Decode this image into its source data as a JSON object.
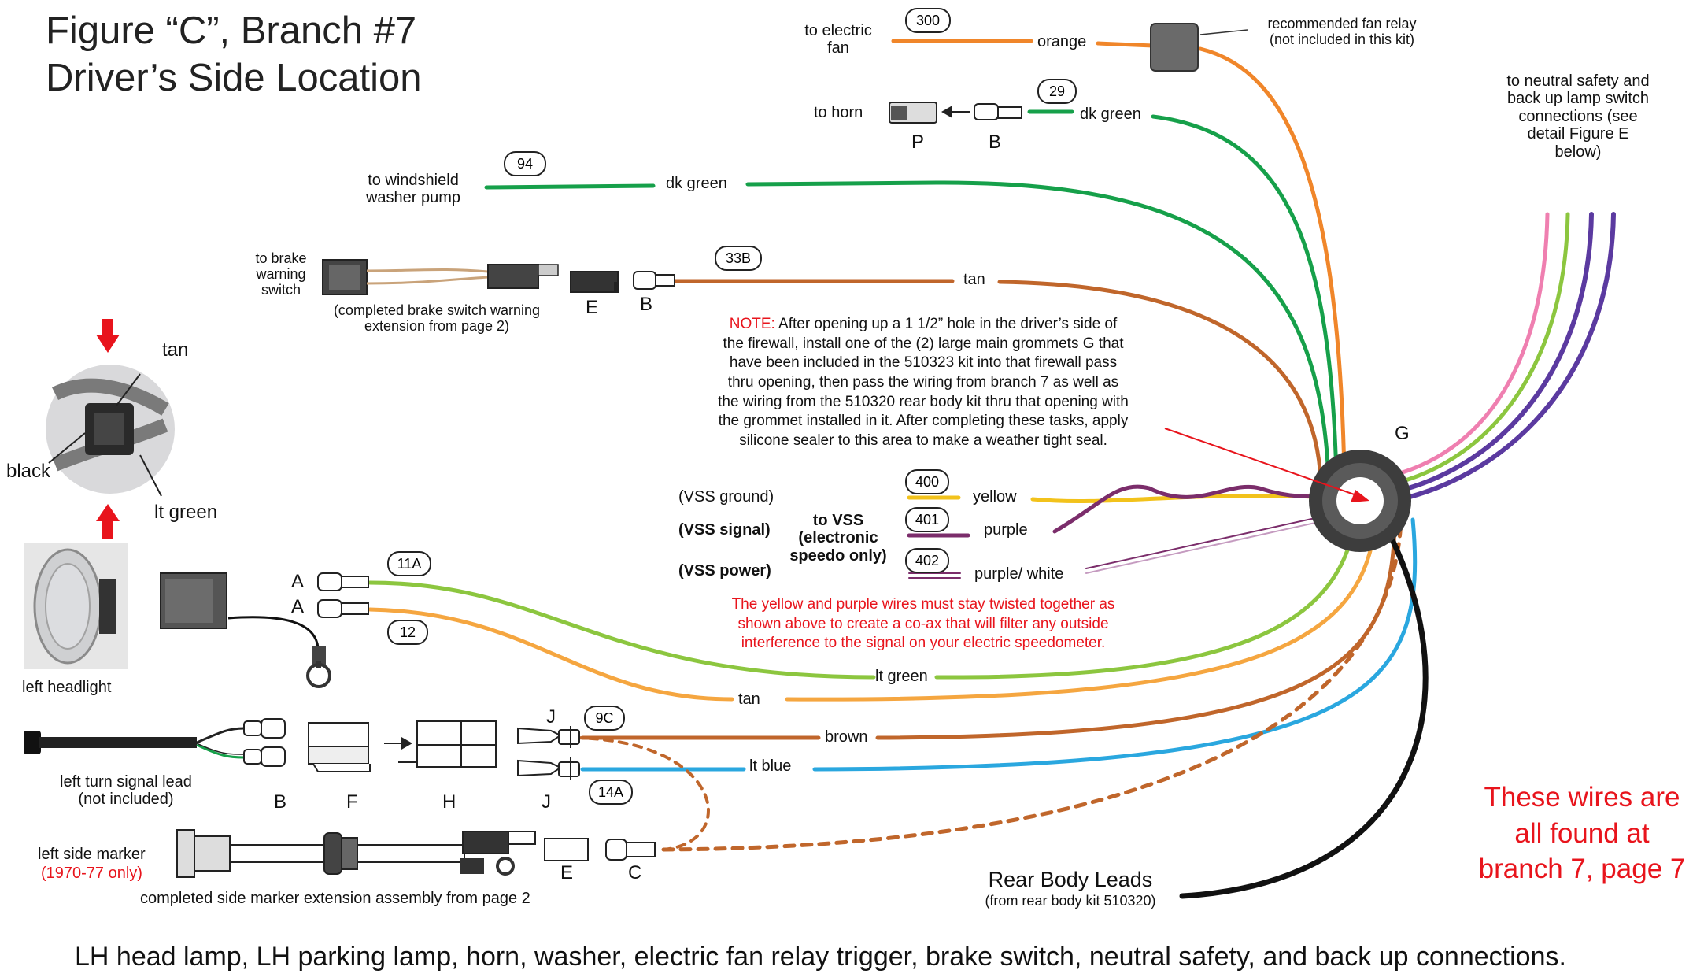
{
  "title": {
    "line1": "Figure “C”, Branch #7",
    "line2": "Driver’s Side Location"
  },
  "wire_numbers": {
    "n300": "300",
    "n29": "29",
    "n94": "94",
    "n33b": "33B",
    "n400": "400",
    "n401": "401",
    "n402": "402",
    "n11a": "11A",
    "n12": "12",
    "n9c": "9C",
    "n14a": "14A"
  },
  "wire_colors": {
    "orange": "orange",
    "dk_green_horn": "dk green",
    "dk_green_washer": "dk green",
    "tan_brake": "tan",
    "yellow": "yellow",
    "purple": "purple",
    "purple_white": "purple/ white",
    "lt_green": "lt green",
    "tan_headlight": "tan",
    "brown": "brown",
    "lt_blue": "lt blue"
  },
  "destinations": {
    "electric_fan": "to electric\nfan",
    "fan_relay": "recommended fan relay\n(not included in this kit)",
    "horn": "to horn",
    "washer": "to windshield\nwasher pump",
    "brake": "to brake\nwarning\nswitch",
    "brake_extension": "(completed brake switch warning\nextension from page 2)",
    "neutral_safety": "to neutral safety and\nback up lamp switch\nconnections (see\ndetail Figure E\nbelow)",
    "vss_ground": "(VSS ground)",
    "vss_signal": "(VSS signal)",
    "vss_power": "(VSS power)",
    "to_vss": "to VSS\n(electronic\nspeedo only)",
    "left_headlight": "left headlight",
    "turn_signal": "left turn signal lead\n(not included)",
    "side_marker": "left side marker",
    "side_marker_years": "(1970-77 only)",
    "side_marker_ext": "completed side marker extension assembly from page 2",
    "rear_body": "Rear Body Leads",
    "rear_body_kit": "(from rear body kit 510320)"
  },
  "connector_letters": {
    "P": "P",
    "B_horn": "B",
    "E_brake": "E",
    "B_brake": "B",
    "A1": "A",
    "A2": "A",
    "B_turn": "B",
    "F": "F",
    "H": "H",
    "J1": "J",
    "J2": "J",
    "E_marker": "E",
    "C": "C",
    "G": "G"
  },
  "inset_labels": {
    "tan": "tan",
    "black": "black",
    "lt_green": "lt green"
  },
  "note": {
    "prefix": "NOTE:",
    "text": " After opening up a 1 1/2” hole in the driver’s side of\nthe firewall, install one of the (2) large main grommets G that\nhave been included in the 510323 kit into that firewall pass\nthru opening, then pass the wiring from branch 7 as well as\nthe wiring from the 510320 rear body kit thru that opening with\nthe grommet installed in it. After completing these tasks, apply\nsilicone sealer to this area to make a weather tight seal."
  },
  "vss_note": "The yellow and purple wires must stay twisted together as\nshown above to create a co-ax that will filter any outside\ninterference to the signal on your electric speedometer.",
  "branch_note": "These wires are\nall found at\nbranch 7, page 7",
  "caption": "LH head lamp, LH parking lamp, horn, washer, electric fan relay trigger, brake switch, neutral safety, and back up connections.",
  "colors": {
    "orange": "#f0862a",
    "dk_green": "#16a04a",
    "lt_green": "#8cc63f",
    "tan": "#f5a640",
    "brown": "#c0662b",
    "lt_blue": "#2aa7df",
    "yellow": "#f2c21b",
    "purple": "#7b2d6b",
    "pink": "#ef7fb0",
    "violet": "#5b3aa0",
    "accent_red": "#e8141c"
  }
}
